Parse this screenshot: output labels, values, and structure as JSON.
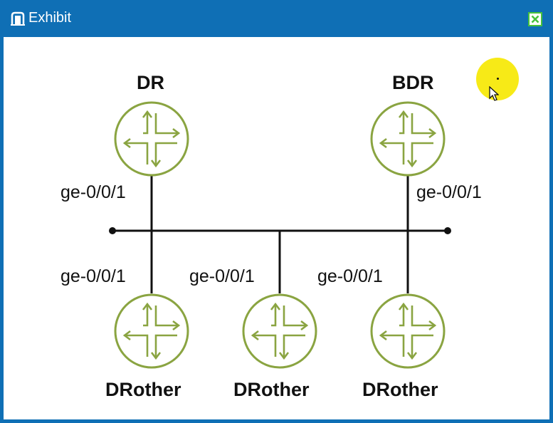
{
  "window": {
    "title": "Exhibit",
    "icons": {
      "title": "exhibit-icon",
      "close": "close-icon"
    },
    "colors": {
      "titlebar": "#0f6fb5",
      "close_icon": "#47c23c"
    }
  },
  "diagram": {
    "router_color": "#8aa441",
    "line_color": "#111111",
    "routers": [
      {
        "role": "DR",
        "interface": "ge-0/0/1"
      },
      {
        "role": "BDR",
        "interface": "ge-0/0/1"
      },
      {
        "role": "DRother",
        "interface": "ge-0/0/1"
      },
      {
        "role": "DRother",
        "interface": "ge-0/0/1"
      },
      {
        "role": "DRother",
        "interface": "ge-0/0/1"
      }
    ]
  },
  "cursor": {
    "highlight_color": "#f7ea17",
    "icon": "mouse-pointer-icon"
  }
}
